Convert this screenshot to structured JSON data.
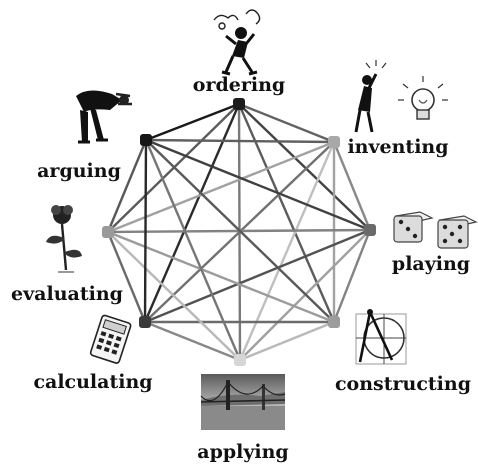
{
  "nodes": [
    {
      "id": "ordering",
      "label": "ordering",
      "icon": "thinking-person-icon"
    },
    {
      "id": "inventing",
      "label": "inventing",
      "icon": "lightbulb-idea-icon"
    },
    {
      "id": "playing",
      "label": "playing",
      "icon": "dice-icon"
    },
    {
      "id": "constructing",
      "label": "constructing",
      "icon": "drafting-compass-icon"
    },
    {
      "id": "applying",
      "label": "applying",
      "icon": "golden-gate-bridge-photo"
    },
    {
      "id": "calculating",
      "label": "calculating",
      "icon": "calculator-icon"
    },
    {
      "id": "evaluating",
      "label": "evaluating",
      "icon": "rose-flower-icon"
    },
    {
      "id": "arguing",
      "label": "arguing",
      "icon": "bowing-person-icon"
    }
  ],
  "colors": {
    "node_shades": [
      "#1c1c1c",
      "#a8a8a8",
      "#6a6a6a",
      "#9c9c9c",
      "#d6d6d6",
      "#3a3a3a",
      "#9a9a9a",
      "#161616"
    ],
    "label": "#111111",
    "background": "#ffffff"
  }
}
